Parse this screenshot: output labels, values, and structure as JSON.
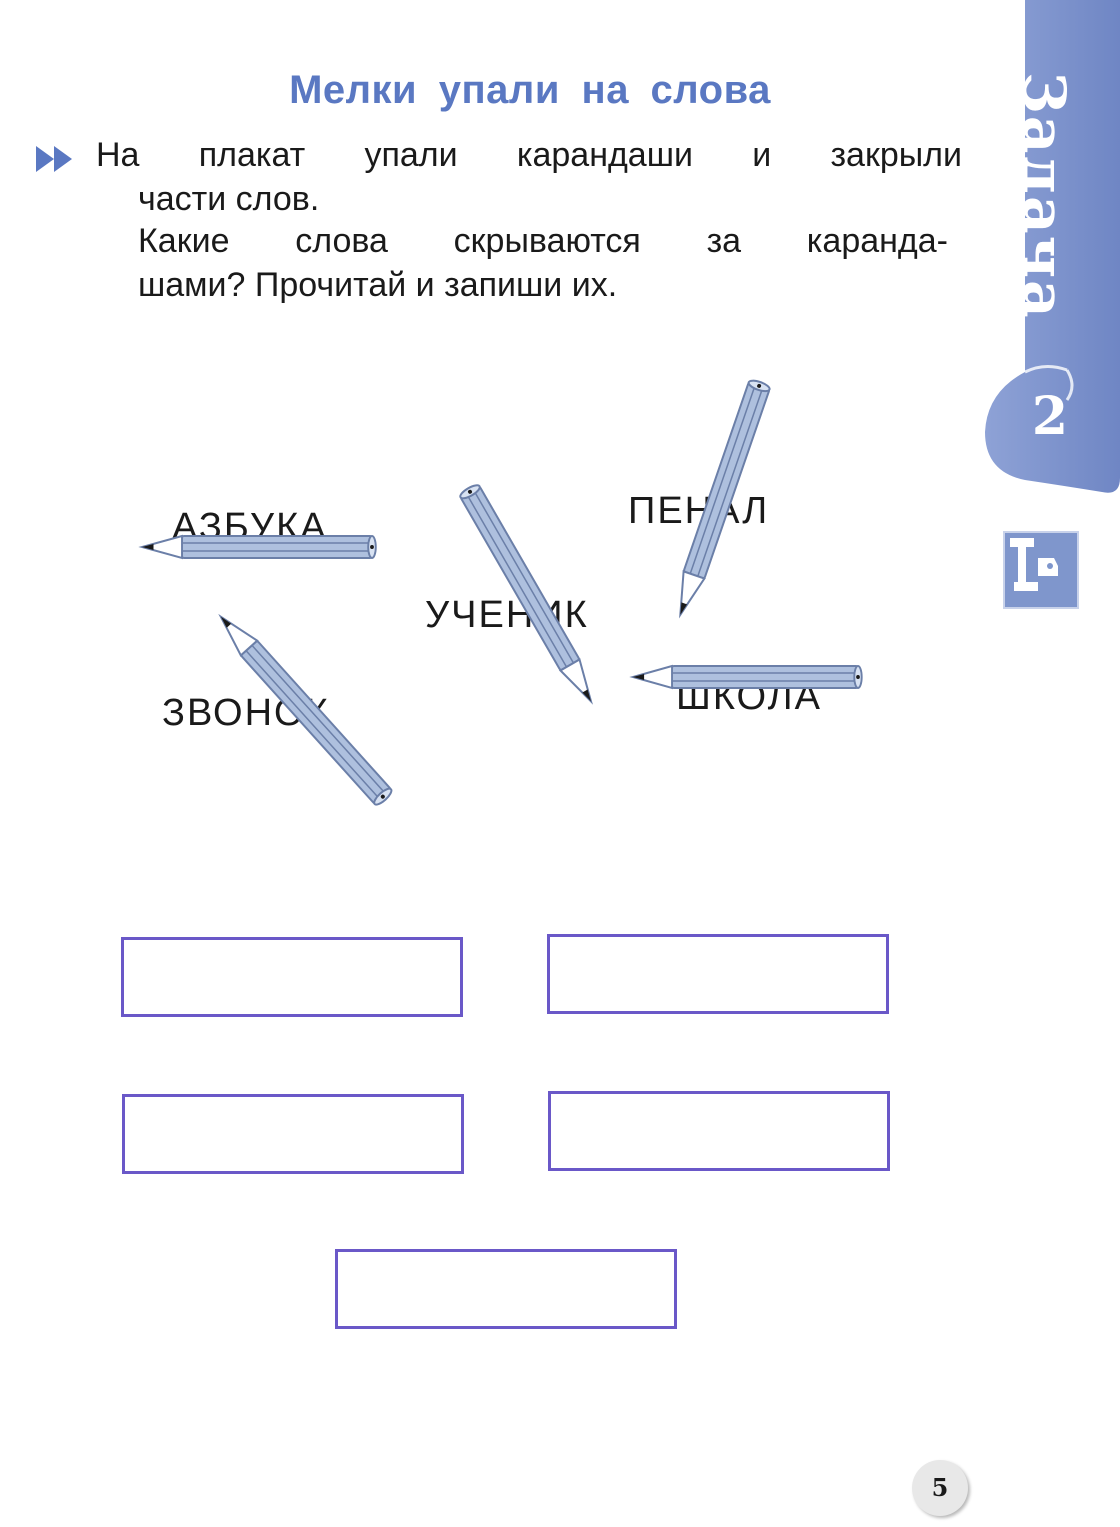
{
  "title": "Мелки упали на слова",
  "instruction": {
    "line1": "На плакат упали карандаши и закрыли",
    "line2": "части слов.",
    "line3": "Какие слова скрываются за каранда-",
    "line4": "шами? Прочитай и запиши их."
  },
  "side_tab": {
    "label": "Задача",
    "number": "2",
    "color": "#7f96cc"
  },
  "icons": {
    "task_marker": "double-arrow-icon",
    "side": "writing-tool-icon",
    "pencil": "pencil-icon"
  },
  "poster_words": {
    "azbuka": "АЗБУКА",
    "penal": "ПЕНАЛ",
    "uchenik": "УЧЕНИК",
    "zvonok": "ЗВОНОК",
    "shkola": "ШКОЛА"
  },
  "answer_box_color": "#6a58c8",
  "page_number": "5"
}
